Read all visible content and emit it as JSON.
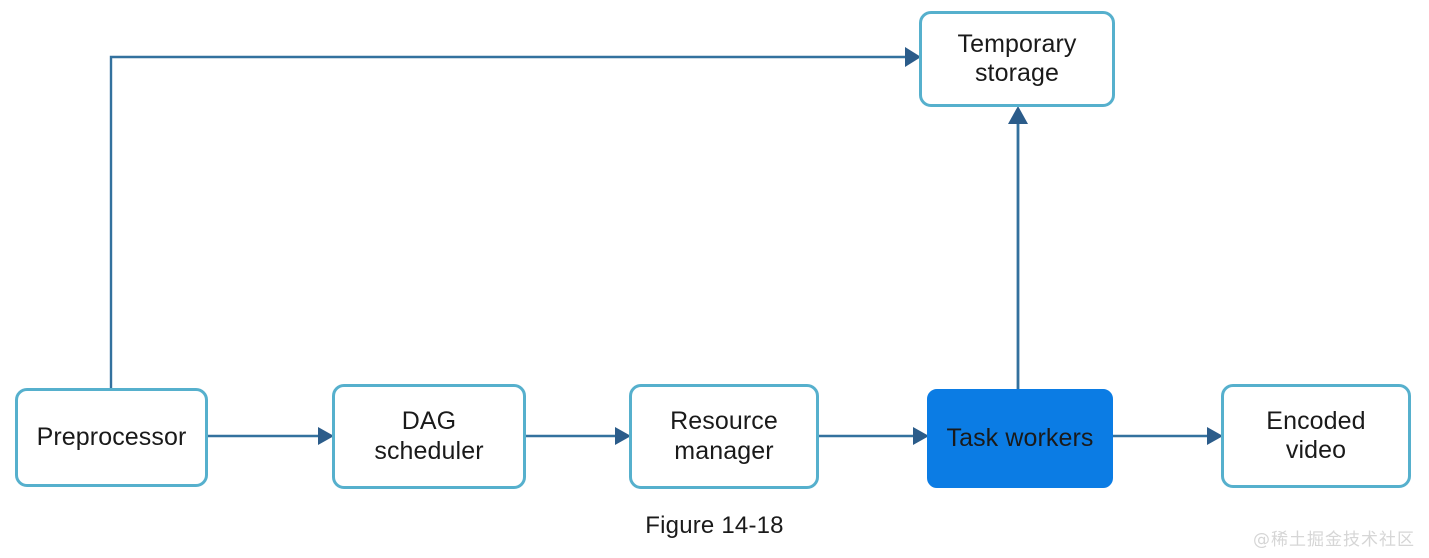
{
  "figure": {
    "caption": "Figure 14-18",
    "watermark": "@稀土掘金技术社区"
  },
  "colors": {
    "node_border": "#56b0cd",
    "node_fill": "#ffffff",
    "highlight_fill": "#0b7ce4",
    "edge_line": "#33719e",
    "arrow_head": "#2b5c8a",
    "text": "#1a1a1a",
    "watermark": "#d6d6d6"
  },
  "nodes": [
    {
      "id": "temporary-storage",
      "label": "Temporary\nstorage",
      "style": "outline"
    },
    {
      "id": "preprocessor",
      "label": "Preprocessor",
      "style": "outline"
    },
    {
      "id": "dag-scheduler",
      "label": "DAG\nscheduler",
      "style": "outline"
    },
    {
      "id": "resource-manager",
      "label": "Resource\nmanager",
      "style": "outline"
    },
    {
      "id": "task-workers",
      "label": "Task workers",
      "style": "filled"
    },
    {
      "id": "encoded-video",
      "label": "Encoded\nvideo",
      "style": "outline"
    }
  ],
  "edges": [
    {
      "id": "preprocessor-to-temporary-storage",
      "from": "preprocessor",
      "to": "temporary-storage",
      "shape": "elbow-up-right",
      "arrow": "right"
    },
    {
      "id": "preprocessor-to-dag-scheduler",
      "from": "preprocessor",
      "to": "dag-scheduler",
      "shape": "straight",
      "arrow": "right"
    },
    {
      "id": "dag-scheduler-to-resource-manager",
      "from": "dag-scheduler",
      "to": "resource-manager",
      "shape": "straight",
      "arrow": "right"
    },
    {
      "id": "resource-manager-to-task-workers",
      "from": "resource-manager",
      "to": "task-workers",
      "shape": "straight",
      "arrow": "right"
    },
    {
      "id": "task-workers-to-encoded-video",
      "from": "task-workers",
      "to": "encoded-video",
      "shape": "straight",
      "arrow": "right"
    },
    {
      "id": "task-workers-to-temporary-storage",
      "from": "task-workers",
      "to": "temporary-storage",
      "shape": "vertical-up",
      "arrow": "up"
    }
  ]
}
